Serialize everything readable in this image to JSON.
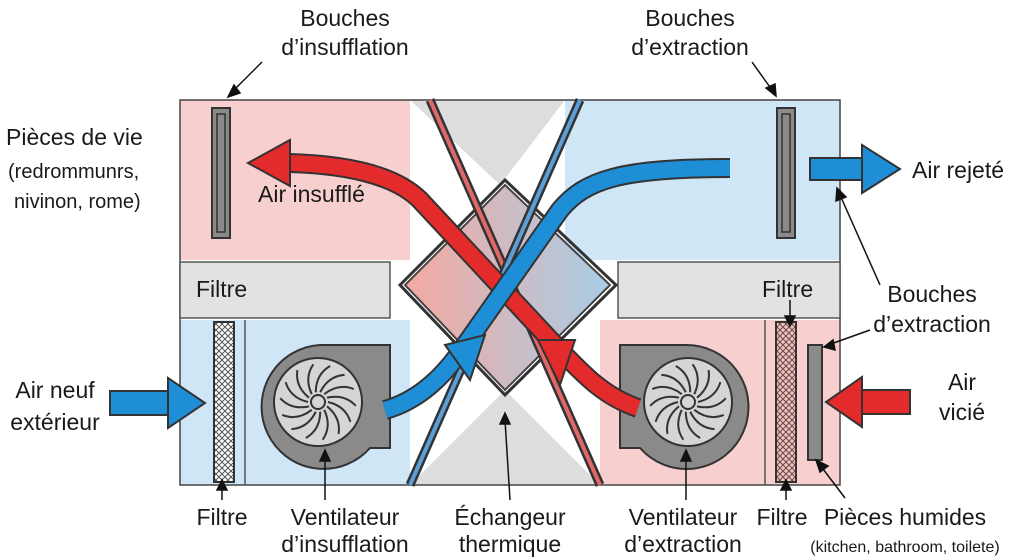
{
  "labels": {
    "bouches_insufflation": [
      "Bouches",
      "d’insufflation"
    ],
    "bouches_extraction_top": [
      "Bouches",
      "d’extraction"
    ],
    "pieces_de_vie": [
      "Pièces de vie",
      "(redrommunrs,",
      "nivinon, rome)"
    ],
    "air_insuffle": "Air insufflé",
    "air_rejete": "Air rejeté",
    "bouches_extraction_right": [
      "Bouches",
      "d’extraction"
    ],
    "filtre_top_left": "Filtre",
    "filtre_top_right": "Filtre",
    "air_neuf": [
      "Air neuf",
      "extérieur"
    ],
    "air_vicie": [
      "Air",
      "vicié"
    ],
    "filtre_bottom_left": "Filtre",
    "ventilateur_insufflation": [
      "Ventilateur",
      "d’insufflation"
    ],
    "echangeur": [
      "Échangeur",
      "thermique"
    ],
    "ventilateur_extraction": [
      "Ventilateur",
      "d’extraction"
    ],
    "filtre_bottom_right": "Filtre",
    "pieces_humides": [
      "Pièces humides",
      "(kitchen, bathroom, toilete)"
    ]
  },
  "colors": {
    "warm_zone": "#f7cfcf",
    "cool_zone": "#cfe6f6",
    "fresh_air": "#1e8fd6",
    "warm_air": "#e32b2b",
    "casing": "#d9d9d9",
    "outline": "#333333"
  }
}
